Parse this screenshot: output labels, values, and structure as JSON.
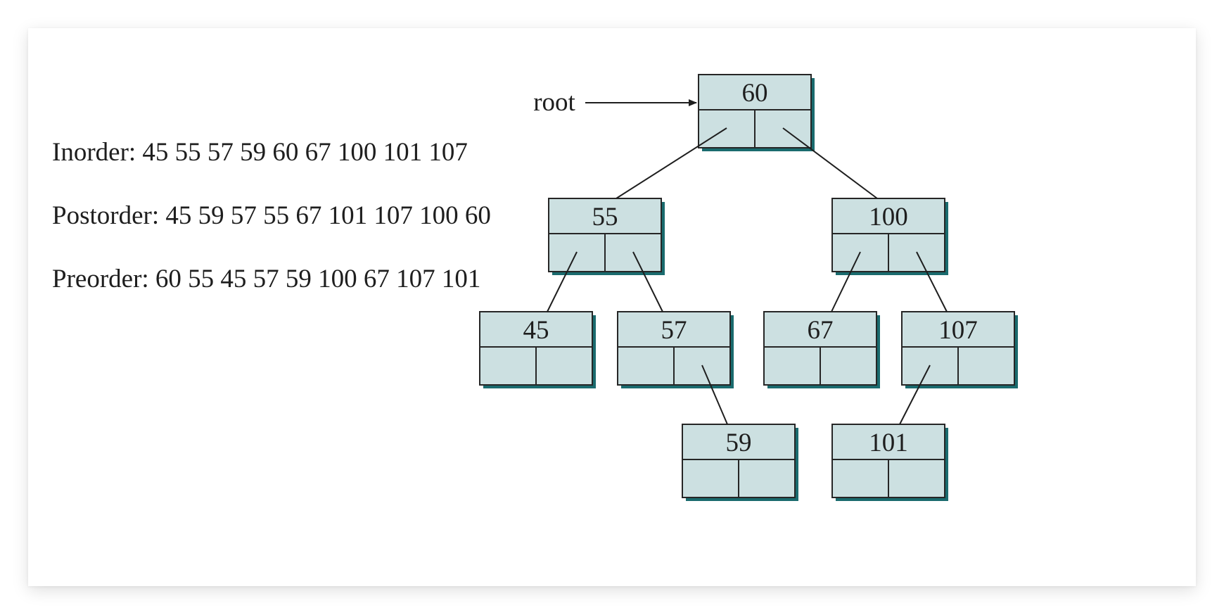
{
  "traversals": {
    "inorder": "Inorder: 45 55 57 59 60 67 100 101 107",
    "postorder": "Postorder: 45 59 57 55 67 101 107 100 60",
    "preorder": "Preorder: 60 55 45 57 59 100 67 107 101"
  },
  "root_label": "root",
  "tree": {
    "nodes": [
      {
        "id": "n60",
        "value": "60"
      },
      {
        "id": "n55",
        "value": "55"
      },
      {
        "id": "n100",
        "value": "100"
      },
      {
        "id": "n45",
        "value": "45"
      },
      {
        "id": "n57",
        "value": "57"
      },
      {
        "id": "n67",
        "value": "67"
      },
      {
        "id": "n107",
        "value": "107"
      },
      {
        "id": "n59",
        "value": "59"
      },
      {
        "id": "n101",
        "value": "101"
      }
    ],
    "edges": [
      {
        "from": "n60",
        "to": "n55",
        "side": "left"
      },
      {
        "from": "n60",
        "to": "n100",
        "side": "right"
      },
      {
        "from": "n55",
        "to": "n45",
        "side": "left"
      },
      {
        "from": "n55",
        "to": "n57",
        "side": "right"
      },
      {
        "from": "n100",
        "to": "n67",
        "side": "left"
      },
      {
        "from": "n100",
        "to": "n107",
        "side": "right"
      },
      {
        "from": "n57",
        "to": "n59",
        "side": "right"
      },
      {
        "from": "n107",
        "to": "n101",
        "side": "left"
      }
    ]
  },
  "colors": {
    "node_fill": "#cce0e1",
    "node_shadow": "#1a6b6e",
    "stroke": "#262626"
  }
}
